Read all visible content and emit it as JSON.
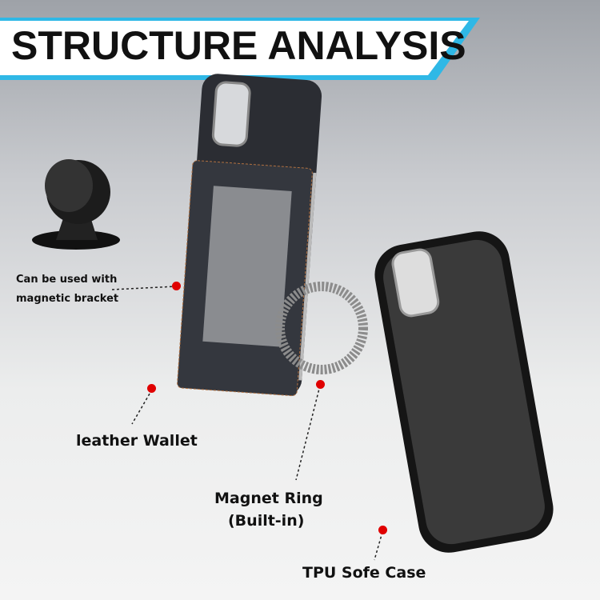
{
  "title": "STRUCTURE ANALYSIS",
  "labels": {
    "bracket_line1": "Can be used with",
    "bracket_line2": "magnetic bracket",
    "wallet": "leather Wallet",
    "ring_line1": "Magnet Ring",
    "ring_line2": "(Built-in)",
    "case": "TPU Sofe Case"
  },
  "colors": {
    "accent": "#2fb8e6",
    "marker": "#e00000",
    "case": "#1a1a1a"
  }
}
